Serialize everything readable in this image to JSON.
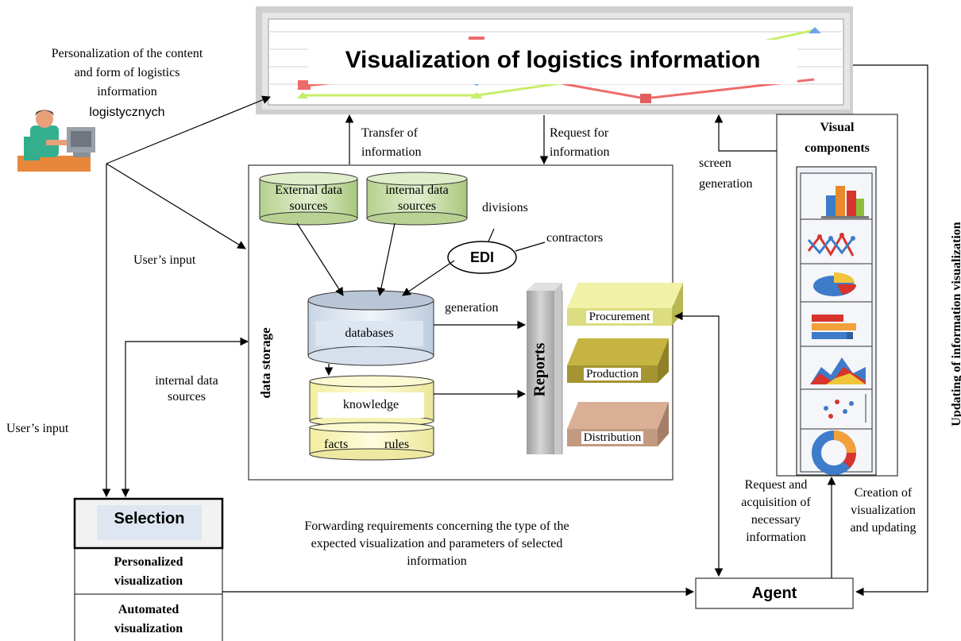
{
  "title": "Visualization of logistics information",
  "user_note": {
    "line1": "Personalization of the content",
    "line2": "and form of logistics",
    "line3": "information",
    "line4": "logistycznych"
  },
  "labels": {
    "transfer1": "Transfer of",
    "transfer2": "information",
    "request1": "Request for",
    "request2": "information",
    "screen1": "screen",
    "screen2": "generation",
    "users_input_top": "User’s input",
    "users_input_left": "User’s input",
    "internal_sources1": "internal data",
    "internal_sources2": "sources",
    "forwarding1": "Forwarding requirements concerning the type of the",
    "forwarding2": "expected visualization and parameters of selected",
    "forwarding3": "information",
    "request_acq1": "Request and",
    "request_acq2": "acquisition of",
    "request_acq3": "necessary",
    "request_acq4": "information",
    "creation1": "Creation of",
    "creation2": "visualization",
    "creation3": "and updating",
    "updating": "Updating of information visualization"
  },
  "storage": {
    "title": "data storage",
    "external1": "External data",
    "external2": "sources",
    "internal1": "internal data",
    "internal2": "sources",
    "divisions": "divisions",
    "contractors": "contractors",
    "edi": "EDI",
    "databases": "databases",
    "generation": "generation",
    "knowledge": "knowledge",
    "facts": "facts",
    "rules": "rules"
  },
  "reports": {
    "label": "Reports",
    "procurement": "Procurement",
    "production": "Production",
    "distribution": "Distribution"
  },
  "visual": {
    "title1": "Visual",
    "title2": "components",
    "icons": [
      "bar-chart-icon",
      "line-chart-icon",
      "pie-chart-icon",
      "horizontal-bar-chart-icon",
      "area-chart-icon",
      "scatter-chart-icon",
      "doughnut-chart-icon"
    ]
  },
  "selection": {
    "title": "Selection",
    "personalized1": "Personalized",
    "personalized2": "visualization",
    "automated1": "Automated",
    "automated2": "visualization"
  },
  "agent": "Agent",
  "colors": {
    "green_cylinder": "#cfe3b0",
    "yellow_cylinder": "#fbf9c8",
    "blue_cylinder": "#dde7f2",
    "grey_box": "#bfbfbf"
  }
}
